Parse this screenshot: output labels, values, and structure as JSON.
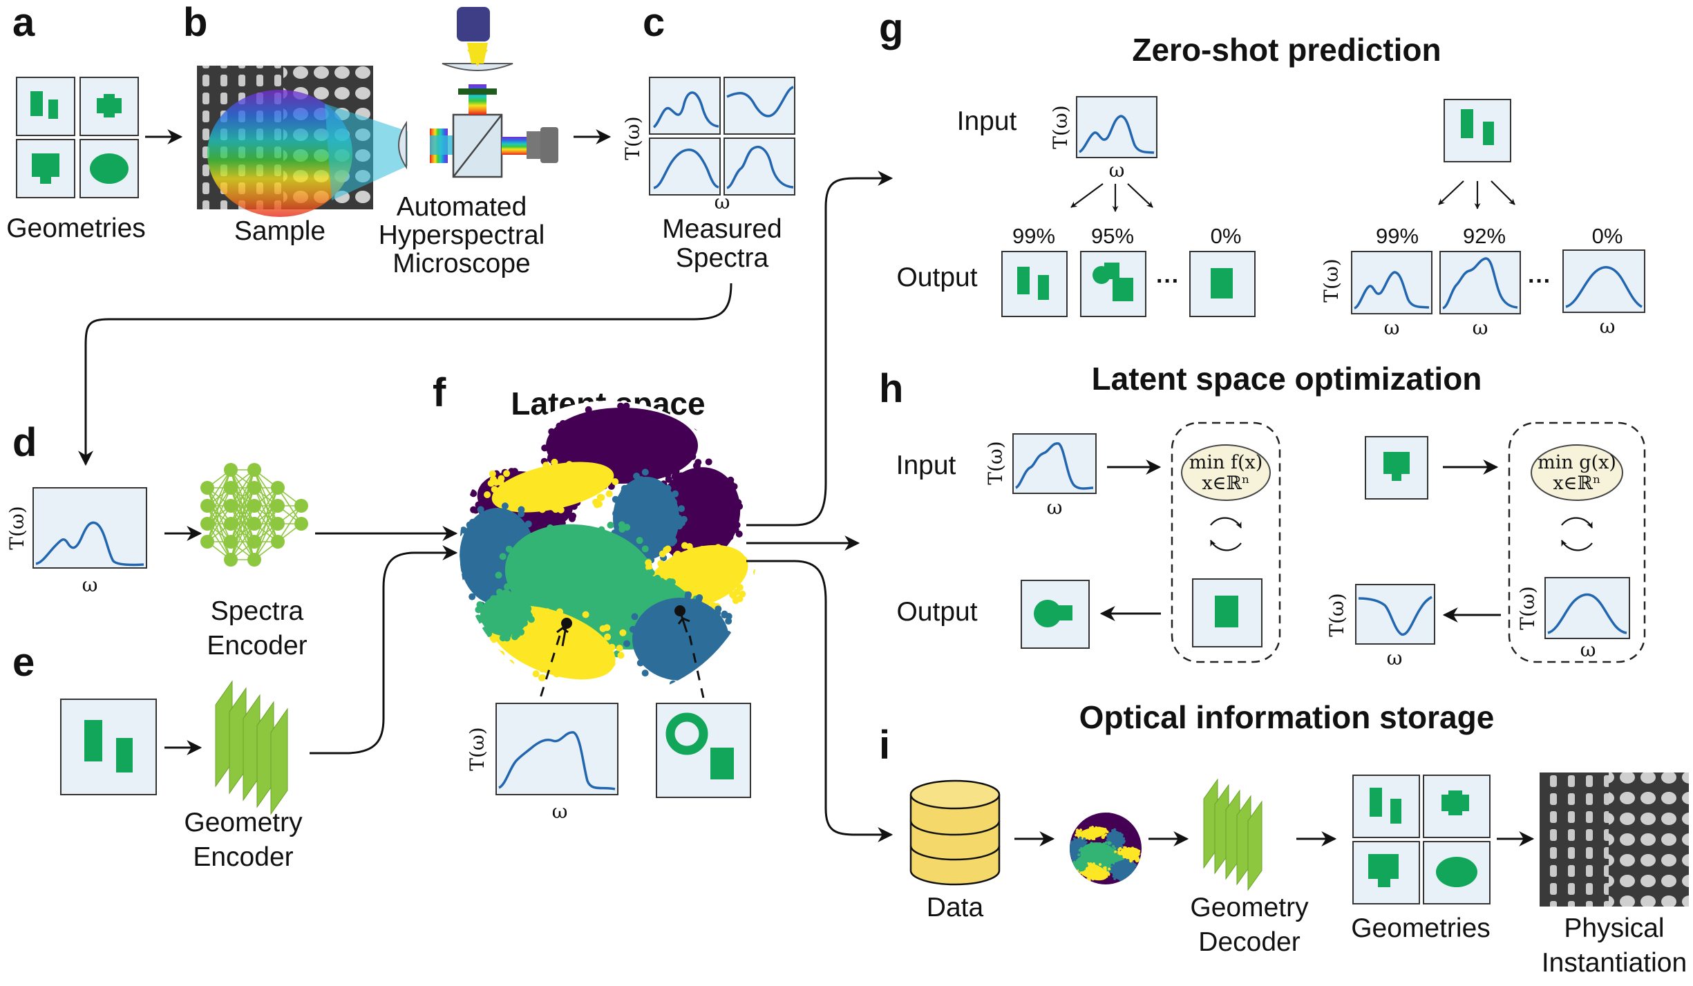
{
  "panels": {
    "a": "a",
    "b": "b",
    "c": "c",
    "d": "d",
    "e": "e",
    "f": "f",
    "g": "g",
    "h": "h",
    "i": "i"
  },
  "a": {
    "label": "Geometries"
  },
  "b": {
    "label": "Sample",
    "microscope_line1": "Automated",
    "microscope_line2": "Hyperspectral",
    "microscope_line3": "Microscope"
  },
  "c": {
    "label_line1": "Measured",
    "label_line2": "Spectra",
    "y_axis": "T(ω)",
    "x_axis": "ω"
  },
  "d": {
    "y_axis": "T(ω)",
    "x_axis": "ω",
    "encoder_line1": "Spectra",
    "encoder_line2": "Encoder"
  },
  "e": {
    "encoder_line1": "Geometry",
    "encoder_line2": "Encoder"
  },
  "f": {
    "title": "Latent space",
    "y_axis": "T(ω)",
    "x_axis": "ω",
    "cluster_colors": [
      "#440154",
      "#2c6e99",
      "#33b474",
      "#fde725"
    ]
  },
  "g": {
    "title": "Zero-shot prediction",
    "input_label": "Input",
    "output_label": "Output",
    "y_axis": "T(ω)",
    "x_axis": "ω",
    "geo_outputs": [
      "99%",
      "95%",
      "0%"
    ],
    "spec_outputs": [
      "99%",
      "92%",
      "0%"
    ],
    "ellipsis": "···"
  },
  "h": {
    "title": "Latent space optimization",
    "input_label": "Input",
    "output_label": "Output",
    "y_axis": "T(ω)",
    "x_axis": "ω",
    "opt_left_line1": "min f(x)",
    "opt_left_line2": "x∈ℝⁿ",
    "opt_right_line1": "min g(x)",
    "opt_right_line2": "x∈ℝⁿ"
  },
  "i": {
    "title": "Optical information storage",
    "data_label": "Data",
    "decoder_line1": "Geometry",
    "decoder_line2": "Decoder",
    "geometries_label": "Geometries",
    "physical_line1": "Physical",
    "physical_line2": "Instantiation"
  },
  "colors": {
    "shape": "#11a65a",
    "curve": "#2266b0",
    "box": "#e9f1f8",
    "encoder": "#8dc63f"
  }
}
